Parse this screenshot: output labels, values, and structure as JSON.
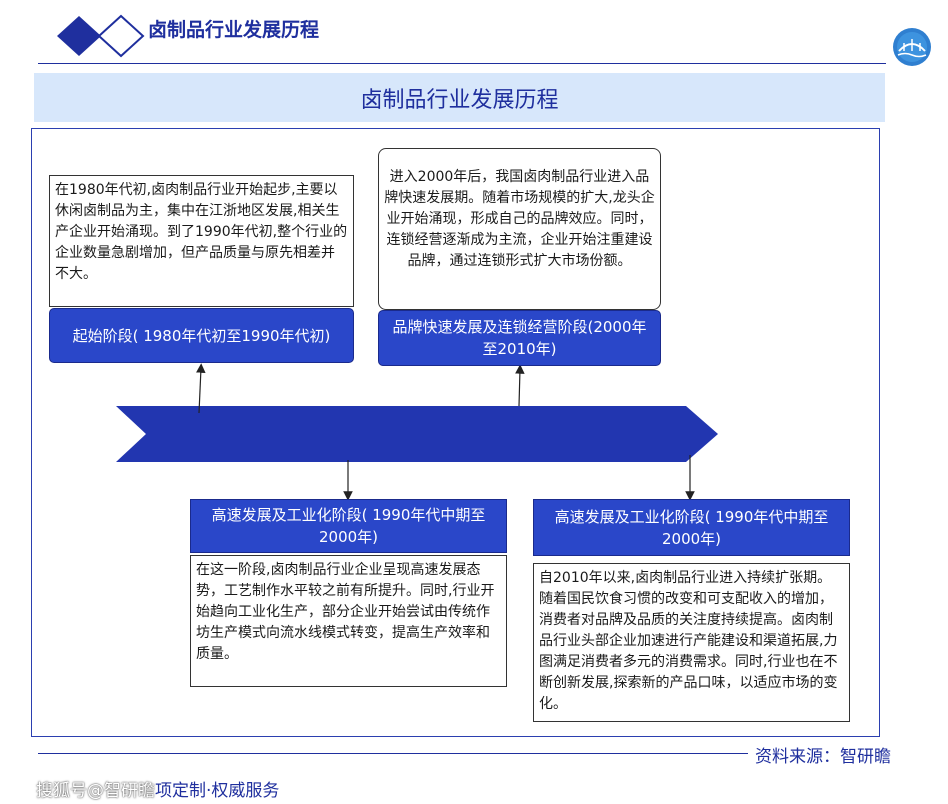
{
  "header": {
    "title": "卤制品行业发展历程"
  },
  "banner": {
    "title": "卤制品行业发展历程"
  },
  "stages": [
    {
      "label": "起始阶段( 1980年代初至1990年代初)",
      "description": "在1980年代初,卤肉制品行业开始起步,主要以休闲卤制品为主，集中在江浙地区发展,相关生产企业开始涌现。到了1990年代初,整个行业的企业数量急剧增加，但产品质量与原先相差并不大。"
    },
    {
      "label": "高速发展及工业化阶段( 1990年代中期至2000年)",
      "description": "在这一阶段,卤肉制品行业企业呈现高速发展态势，工艺制作水平较之前有所提升。同时,行业开始趋向工业化生产，部分企业开始尝试由传统作坊生产模式向流水线模式转变，提高生产效率和质量。"
    },
    {
      "label": "品牌快速发展及连锁经营阶段(2000年至2010年)",
      "description": "进入2000年后，我国卤肉制品行业进入品牌快速发展期。随着市场规模的扩大,龙头企业开始涌现，形成自己的品牌效应。同时，连锁经营逐渐成为主流，企业开始注重建设品牌，通过连锁形式扩大市场份额。"
    },
    {
      "label": "高速发展及工业化阶段( 1990年代中期至2000年)",
      "description": "自2010年以来,卤肉制品行业进入持续扩张期。随着国民饮食习惯的改变和可支配收入的增加，消费者对品牌及品质的关注度持续提高。卤肉制品行业头部企业加速进行产能建设和渠道拓展,力图满足消费者多元的消费需求。同时,行业也在不断创新发展,探索新的产品口味，以适应市场的变化。"
    }
  ],
  "footer": {
    "source": "资料来源：智研瞻",
    "watermark_prefix": "搜狐号@智研瞻",
    "watermark_suffix": "项定制·权威服务"
  },
  "colors": {
    "brand_blue": "#1f2f9e",
    "label_blue": "#2a47c9",
    "arrow_blue": "#2236b0",
    "banner_bg": "#d7e7fb"
  },
  "icons": {
    "header_diamonds": "double-diamond-icon",
    "logo": "bridge-logo-icon"
  }
}
